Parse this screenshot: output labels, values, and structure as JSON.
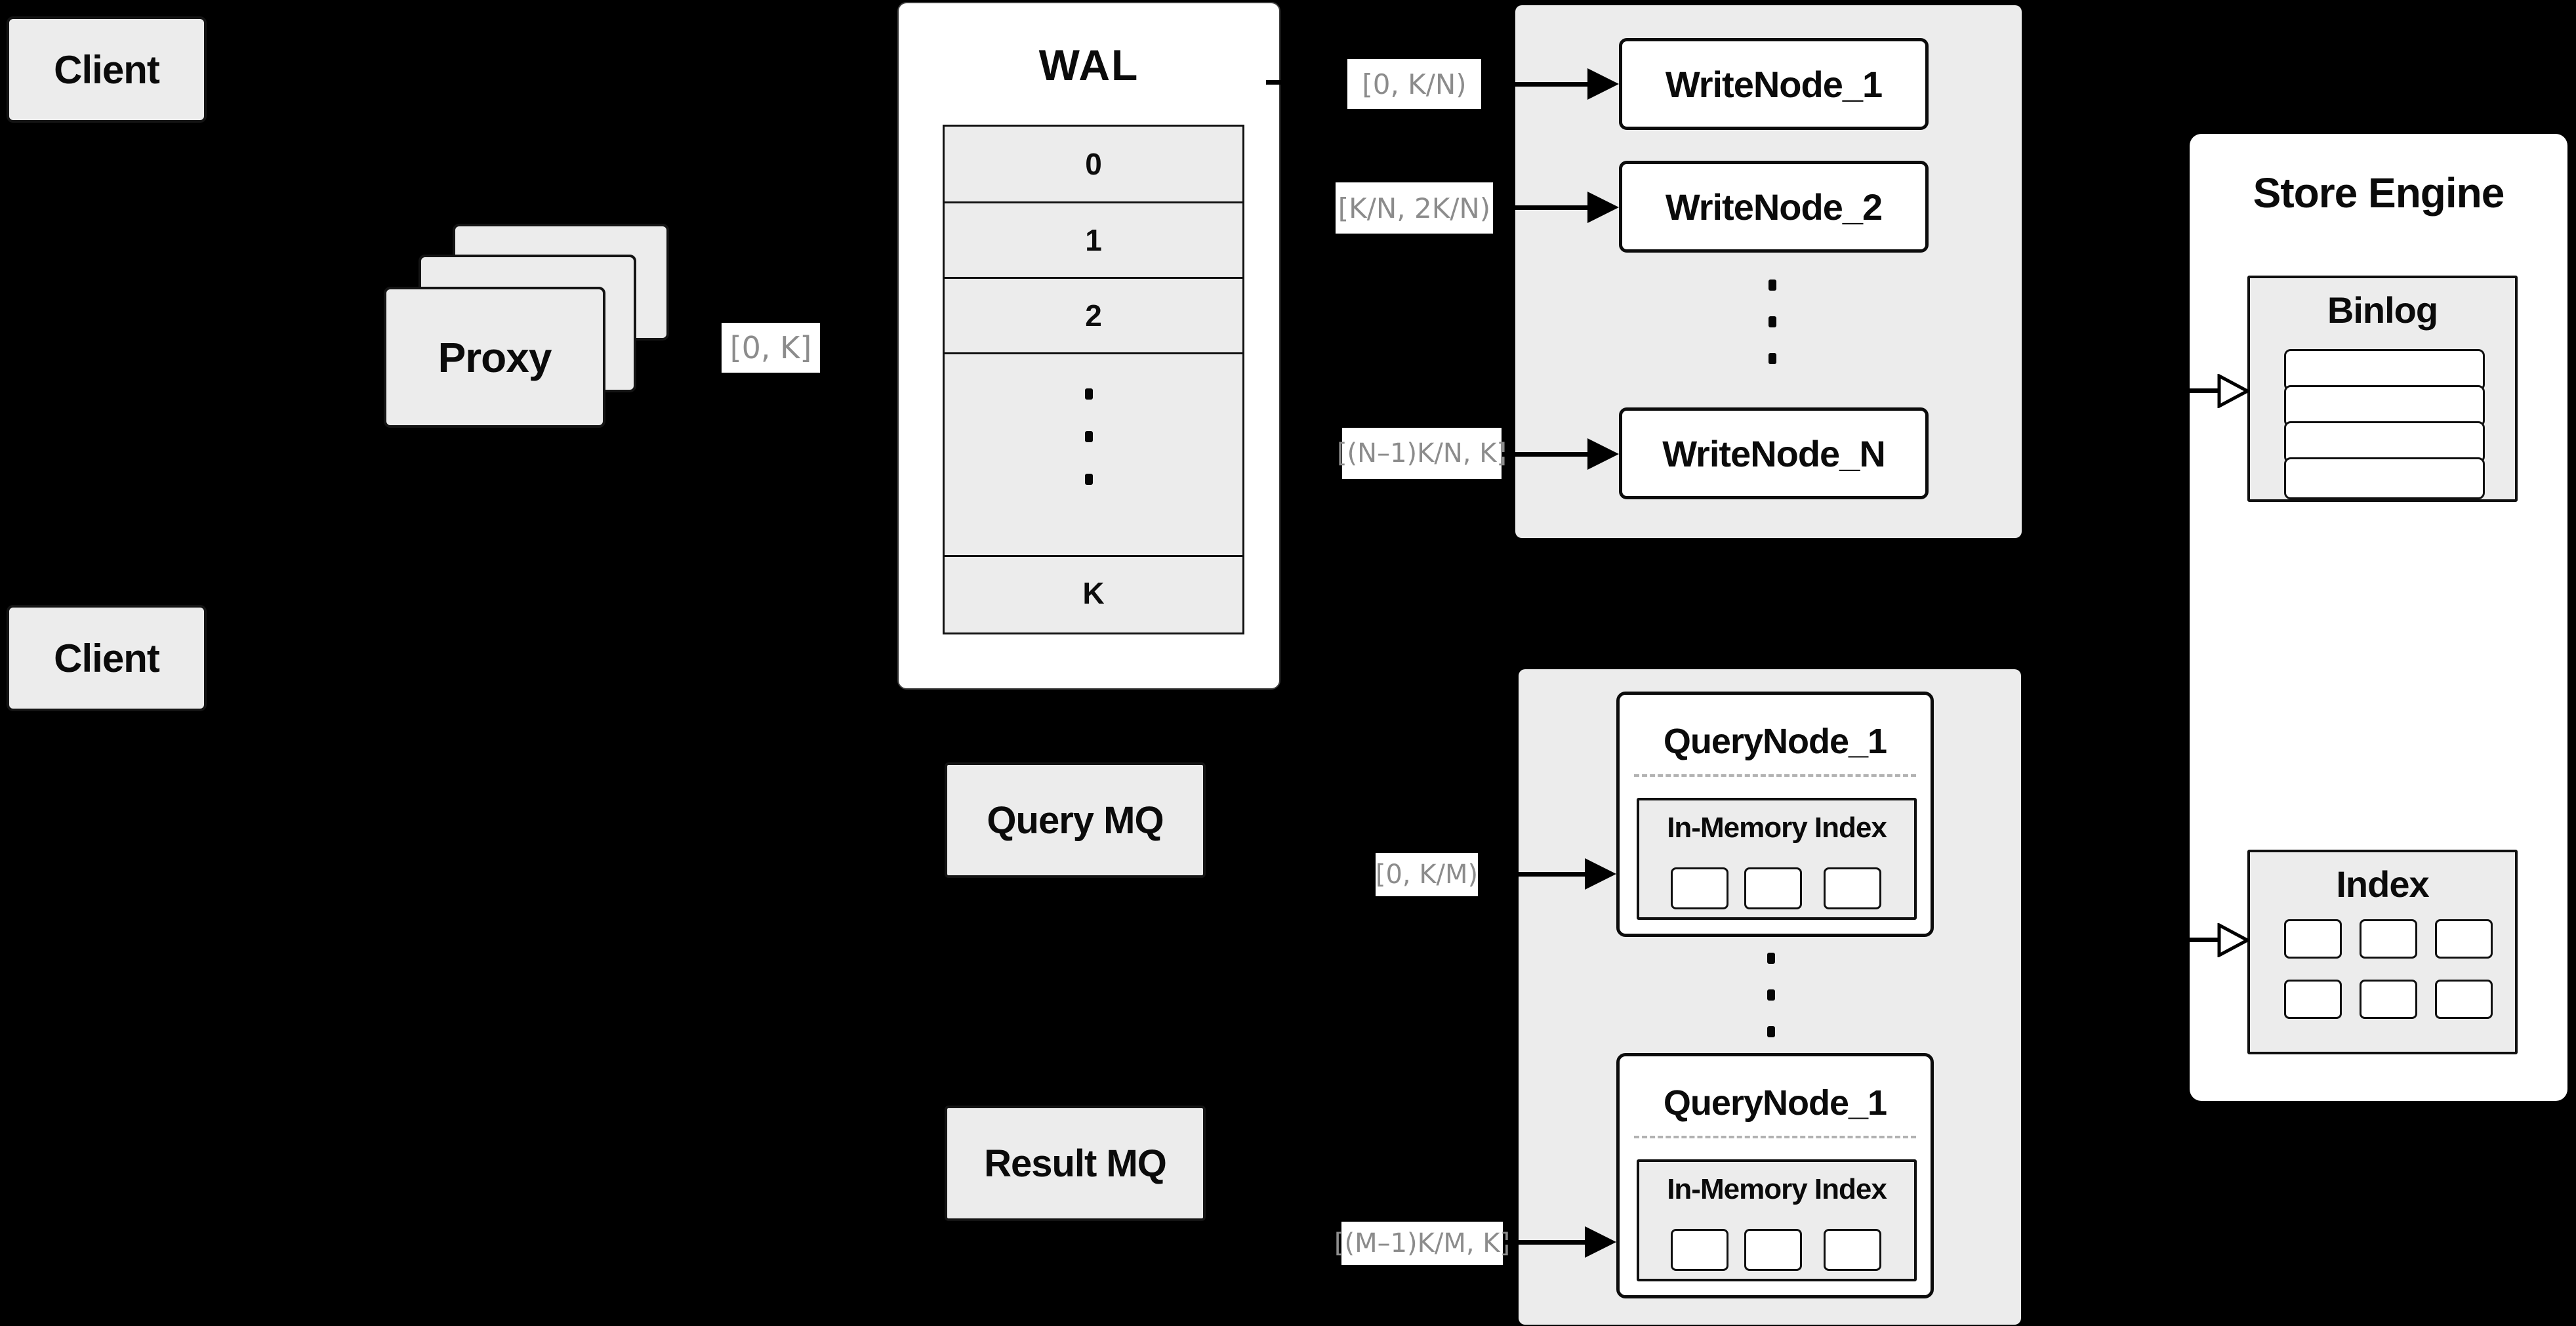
{
  "diagram": {
    "client_top": "Client",
    "client_bottom": "Client",
    "proxy": "Proxy",
    "edge_labels": {
      "proxy_wal": "[0, K]",
      "write": [
        "[0, K/N)",
        "[K/N, 2K/N)",
        "[(N–1)K/N, K]"
      ],
      "query": [
        "[0, K/M)",
        "[(M–1)K/M, K]"
      ]
    },
    "wal": {
      "title": "WAL",
      "segments": [
        "0",
        "1",
        "2",
        "K"
      ]
    },
    "write_nodes": [
      "WriteNode_1",
      "WriteNode_2",
      "WriteNode_N"
    ],
    "mq": {
      "query": "Query MQ",
      "result": "Result MQ"
    },
    "query_nodes": [
      {
        "title": "QueryNode_1",
        "inner_title": "In-Memory Index"
      },
      {
        "title": "QueryNode_1",
        "inner_title": "In-Memory Index"
      }
    ],
    "store_engine": {
      "title": "Store Engine",
      "binlog": "Binlog",
      "index": "Index"
    }
  },
  "colors": {
    "background": "#000000",
    "section_panel": "#ececec",
    "node_fill": "#ffffff",
    "node_border": "#0c0c0c",
    "edge_label_text": "#8c8c8c",
    "dashed_divider": "#b2b2b2"
  }
}
